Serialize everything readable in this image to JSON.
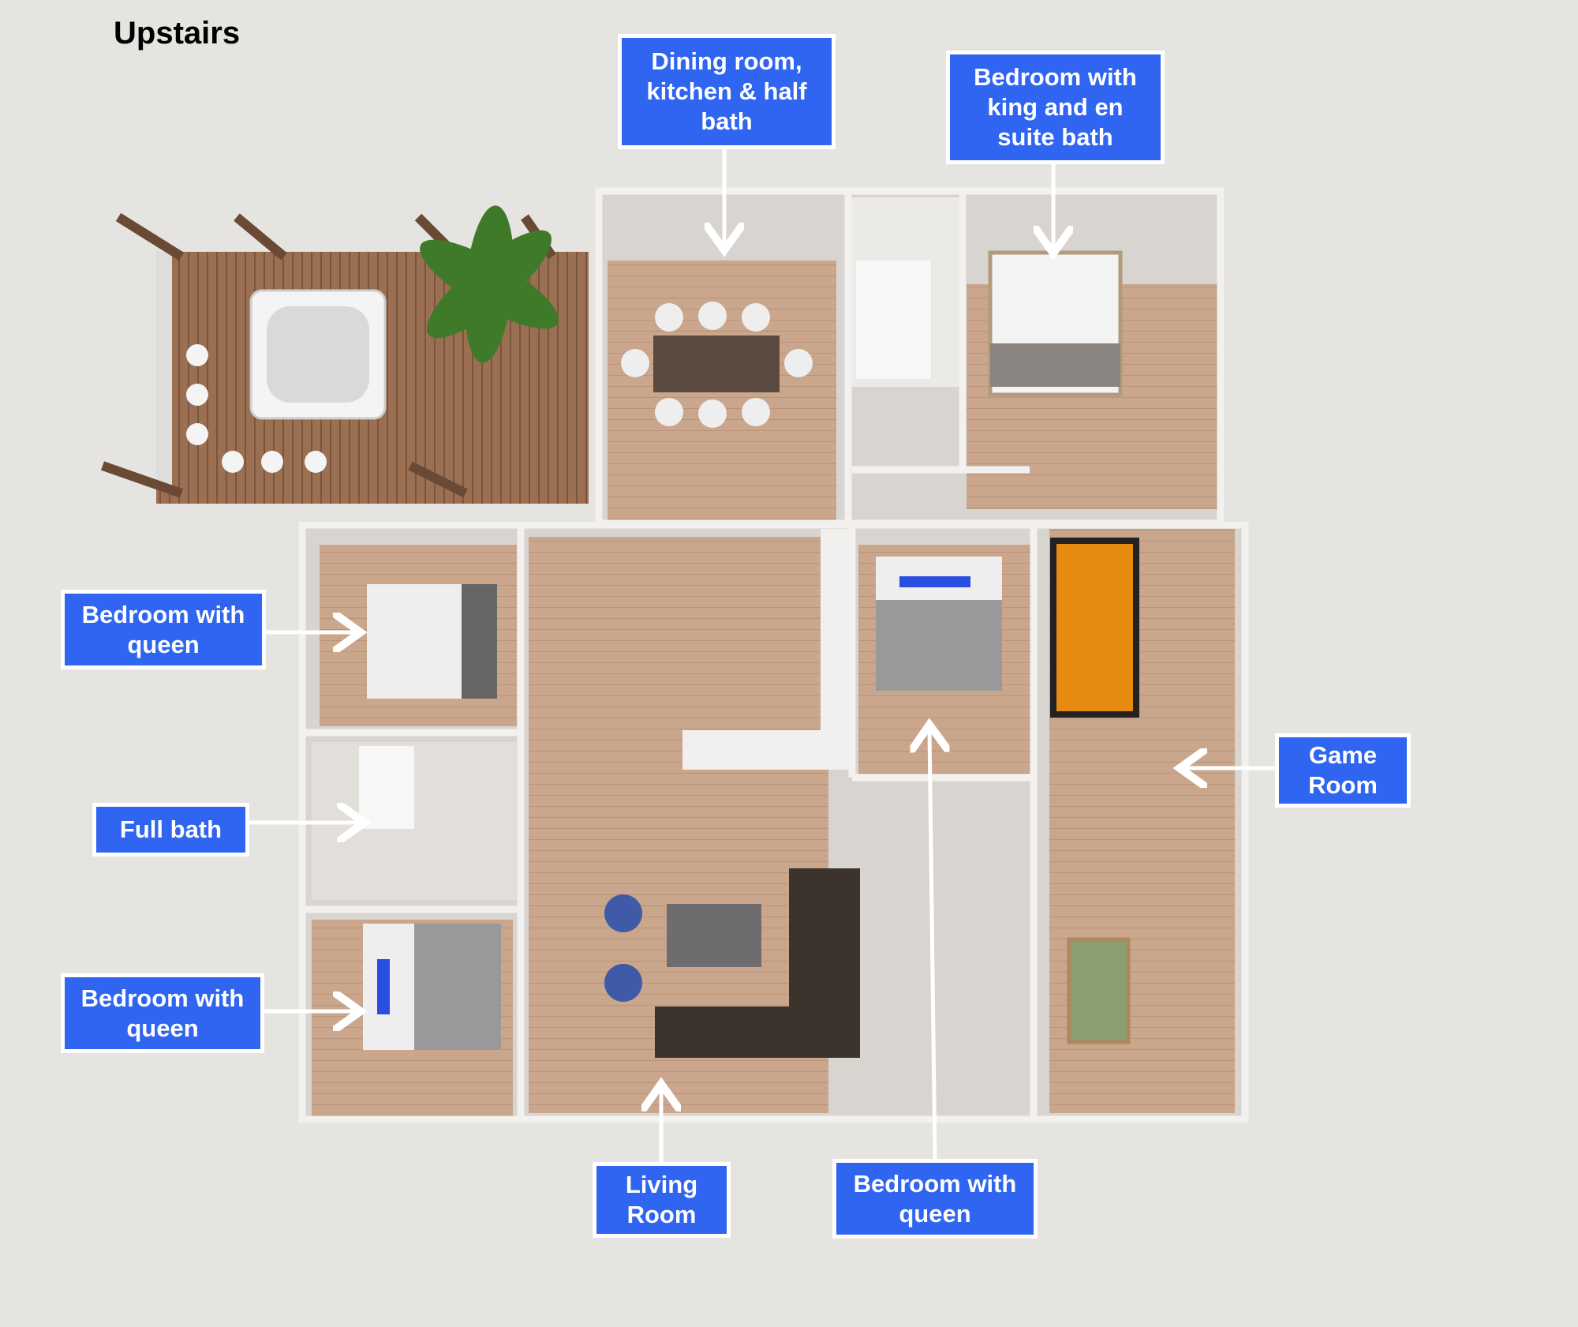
{
  "title": "Upstairs",
  "labels": {
    "dining": "Dining room, kitchen & half bath",
    "king": "Bedroom with king and en suite bath",
    "queen_left_top": "Bedroom with queen",
    "full_bath": "Full bath",
    "queen_left_bottom": "Bedroom with queen",
    "game_room": "Game Room",
    "living_room": "Living Room",
    "queen_center": "Bedroom with queen"
  },
  "colors": {
    "label_bg": "#2f65f0",
    "floor": "#c9a68c",
    "deck": "#9b6f52",
    "wall": "#f2f1ef"
  }
}
